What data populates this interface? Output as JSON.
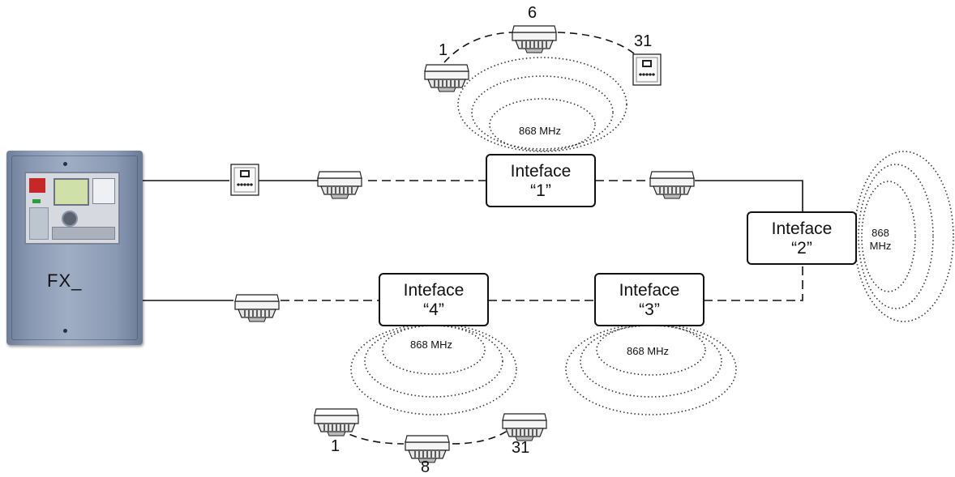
{
  "panel": {
    "label": "FX_"
  },
  "interfaces": [
    {
      "line1": "Inteface",
      "line2": "“1”"
    },
    {
      "line1": "Inteface",
      "line2": "“2”"
    },
    {
      "line1": "Inteface",
      "line2": "“3”"
    },
    {
      "line1": "Inteface",
      "line2": "“4”"
    }
  ],
  "frequency": {
    "mhz": "868 MHz",
    "mhz_num": "868",
    "mhz_unit": "MHz"
  },
  "device_numbers": {
    "top_first": "1",
    "top_mid": "6",
    "top_last": "31",
    "bottom_first": "1",
    "bottom_mid": "8",
    "bottom_last": "31"
  },
  "icons": {
    "detector": "smoke-detector-icon",
    "call_point": "manual-call-point-icon",
    "panel": "fire-alarm-panel"
  }
}
